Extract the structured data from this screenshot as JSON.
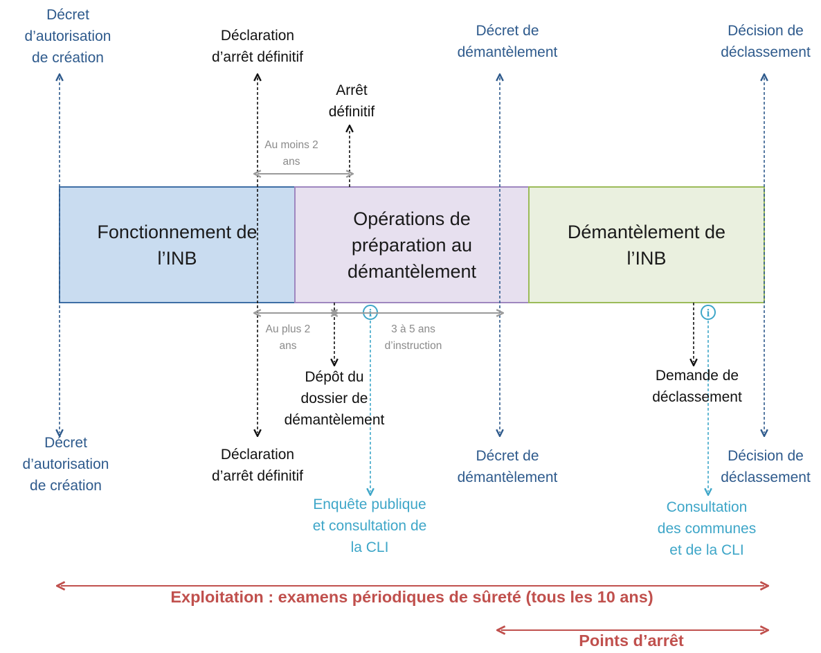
{
  "phases": [
    {
      "lines": [
        "Fonctionnement de",
        "l’INB"
      ],
      "fill": "#c9dcf0",
      "stroke": "#3e6ea5"
    },
    {
      "lines": [
        "Opérations de",
        "préparation au",
        "démantèlement"
      ],
      "fill": "#e7e0ef",
      "stroke": "#9e86bf"
    },
    {
      "lines": [
        "Démantèlement de",
        "l’INB"
      ],
      "fill": "#eaf0df",
      "stroke": "#9bbb59"
    }
  ],
  "top_labels": {
    "decret_creation": [
      "Décret",
      "d’autorisation",
      "de création"
    ],
    "declaration_arret": [
      "Déclaration",
      "d’arrêt définitif"
    ],
    "arret_definitif": [
      "Arrêt",
      "définitif"
    ],
    "decret_demantelement": [
      "Décret de",
      "démantèlement"
    ],
    "decision_declassement": [
      "Décision de",
      "déclassement"
    ]
  },
  "bottom_labels": {
    "decret_creation": [
      "Décret",
      "d’autorisation",
      "de création"
    ],
    "declaration_arret": [
      "Déclaration",
      "d’arrêt définitif"
    ],
    "depot_dossier": [
      "Dépôt du",
      "dossier de",
      "démantèlement"
    ],
    "decret_demantelement": [
      "Décret de",
      "démantèlement"
    ],
    "demande_declassement": [
      "Demande de",
      "déclassement"
    ],
    "decision_declassement": [
      "Décision de",
      "déclassement"
    ],
    "enquete_publique": [
      "Enquête publique",
      "et consultation de",
      "la CLI"
    ],
    "consultation_communes": [
      "Consultation",
      "des communes",
      "et de la CLI"
    ]
  },
  "durations": {
    "au_moins": [
      "Au moins 2",
      "ans"
    ],
    "au_plus": [
      "Au plus 2",
      "ans"
    ],
    "instruction": [
      "3 à 5 ans",
      "d’instruction"
    ]
  },
  "spans": {
    "exploitation": "Exploitation : examens périodiques de sûreté (tous les 10 ans)",
    "points_arret": "Points d’arrêt"
  },
  "info_icon": "i",
  "colors": {
    "official_blue": "#2e5a8c",
    "operator_black": "#111111",
    "consultation_cyan": "#3ea6c8",
    "duration_grey": "#8a8a8a",
    "span_red": "#c0504d"
  }
}
